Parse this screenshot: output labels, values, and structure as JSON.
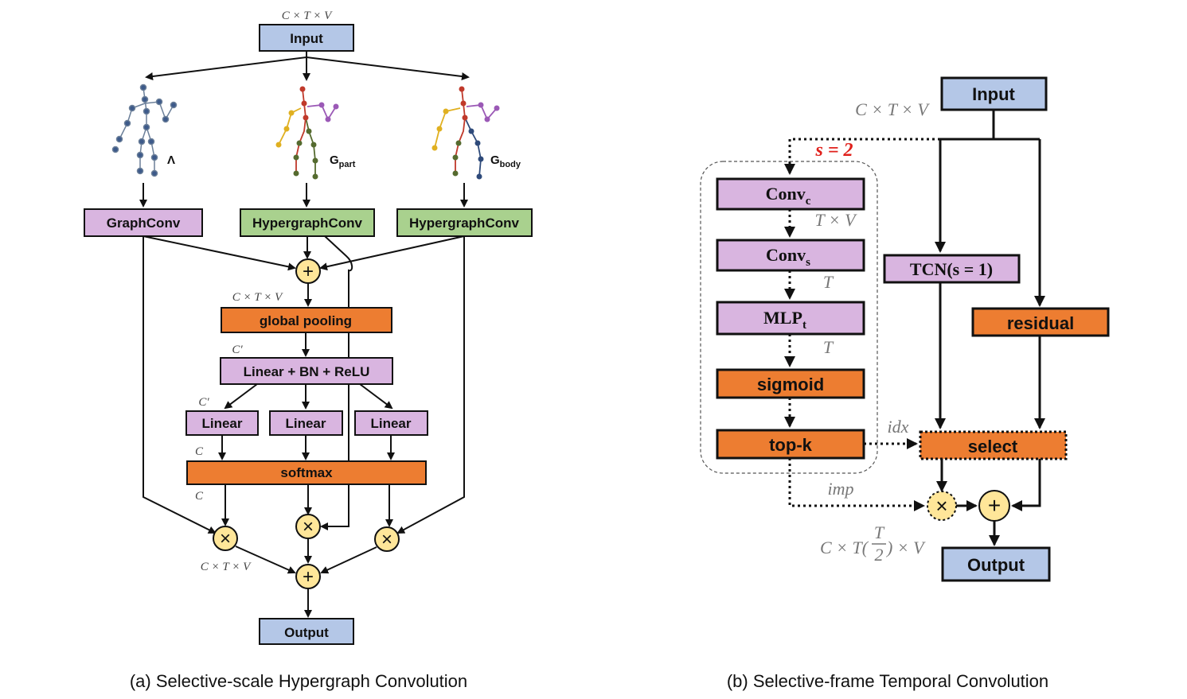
{
  "left": {
    "input_dim": "C × T × V",
    "input": "Input",
    "lambda": "Λ",
    "g_part_main": "G",
    "g_part_sub": "part",
    "g_body_main": "G",
    "g_body_sub": "body",
    "graphconv": "GraphConv",
    "hgconv1": "HypergraphConv",
    "hgconv2": "HypergraphConv",
    "dim_ctv": "C × T × V",
    "global_pooling": "global pooling",
    "dim_cprime1": "C′",
    "linear_bn_relu": "Linear + BN + ReLU",
    "dim_cprime2": "C′",
    "linear1": "Linear",
    "linear2": "Linear",
    "linear3": "Linear",
    "dim_c1": "C",
    "softmax": "softmax",
    "dim_c2": "C",
    "dim_out": "C × T × V",
    "output": "Output",
    "caption": "(a) Selective-scale Hypergraph Convolution",
    "plus": "+",
    "times": "×"
  },
  "right": {
    "input": "Input",
    "input_dim": "C × T × V",
    "stride": "s = 2",
    "convc_main": "Conv",
    "convc_sub": "c",
    "dim_tv": "T × V",
    "convs_main": "Conv",
    "convs_sub": "s",
    "dim_t1": "T",
    "mlp_main": "MLP",
    "mlp_sub": "t",
    "dim_t2": "T",
    "sigmoid": "sigmoid",
    "topk": "top-k",
    "tcn": "TCN(s = 1)",
    "residual": "residual",
    "idx": "idx",
    "select": "select",
    "imp": "imp",
    "out_dim_a": "C × T(",
    "out_dim_frac_num": "T",
    "out_dim_frac_den": "2",
    "out_dim_b": ") × V",
    "output": "Output",
    "caption": "(b) Selective-frame Temporal Convolution",
    "plus": "+",
    "times": "×"
  },
  "colors": {
    "input_output": "#b4c7e7",
    "purple": "#d9b5e0",
    "green": "#a9d18e",
    "orange": "#ed7d31",
    "operator": "#ffe699",
    "stride_red": "#e0201b"
  }
}
